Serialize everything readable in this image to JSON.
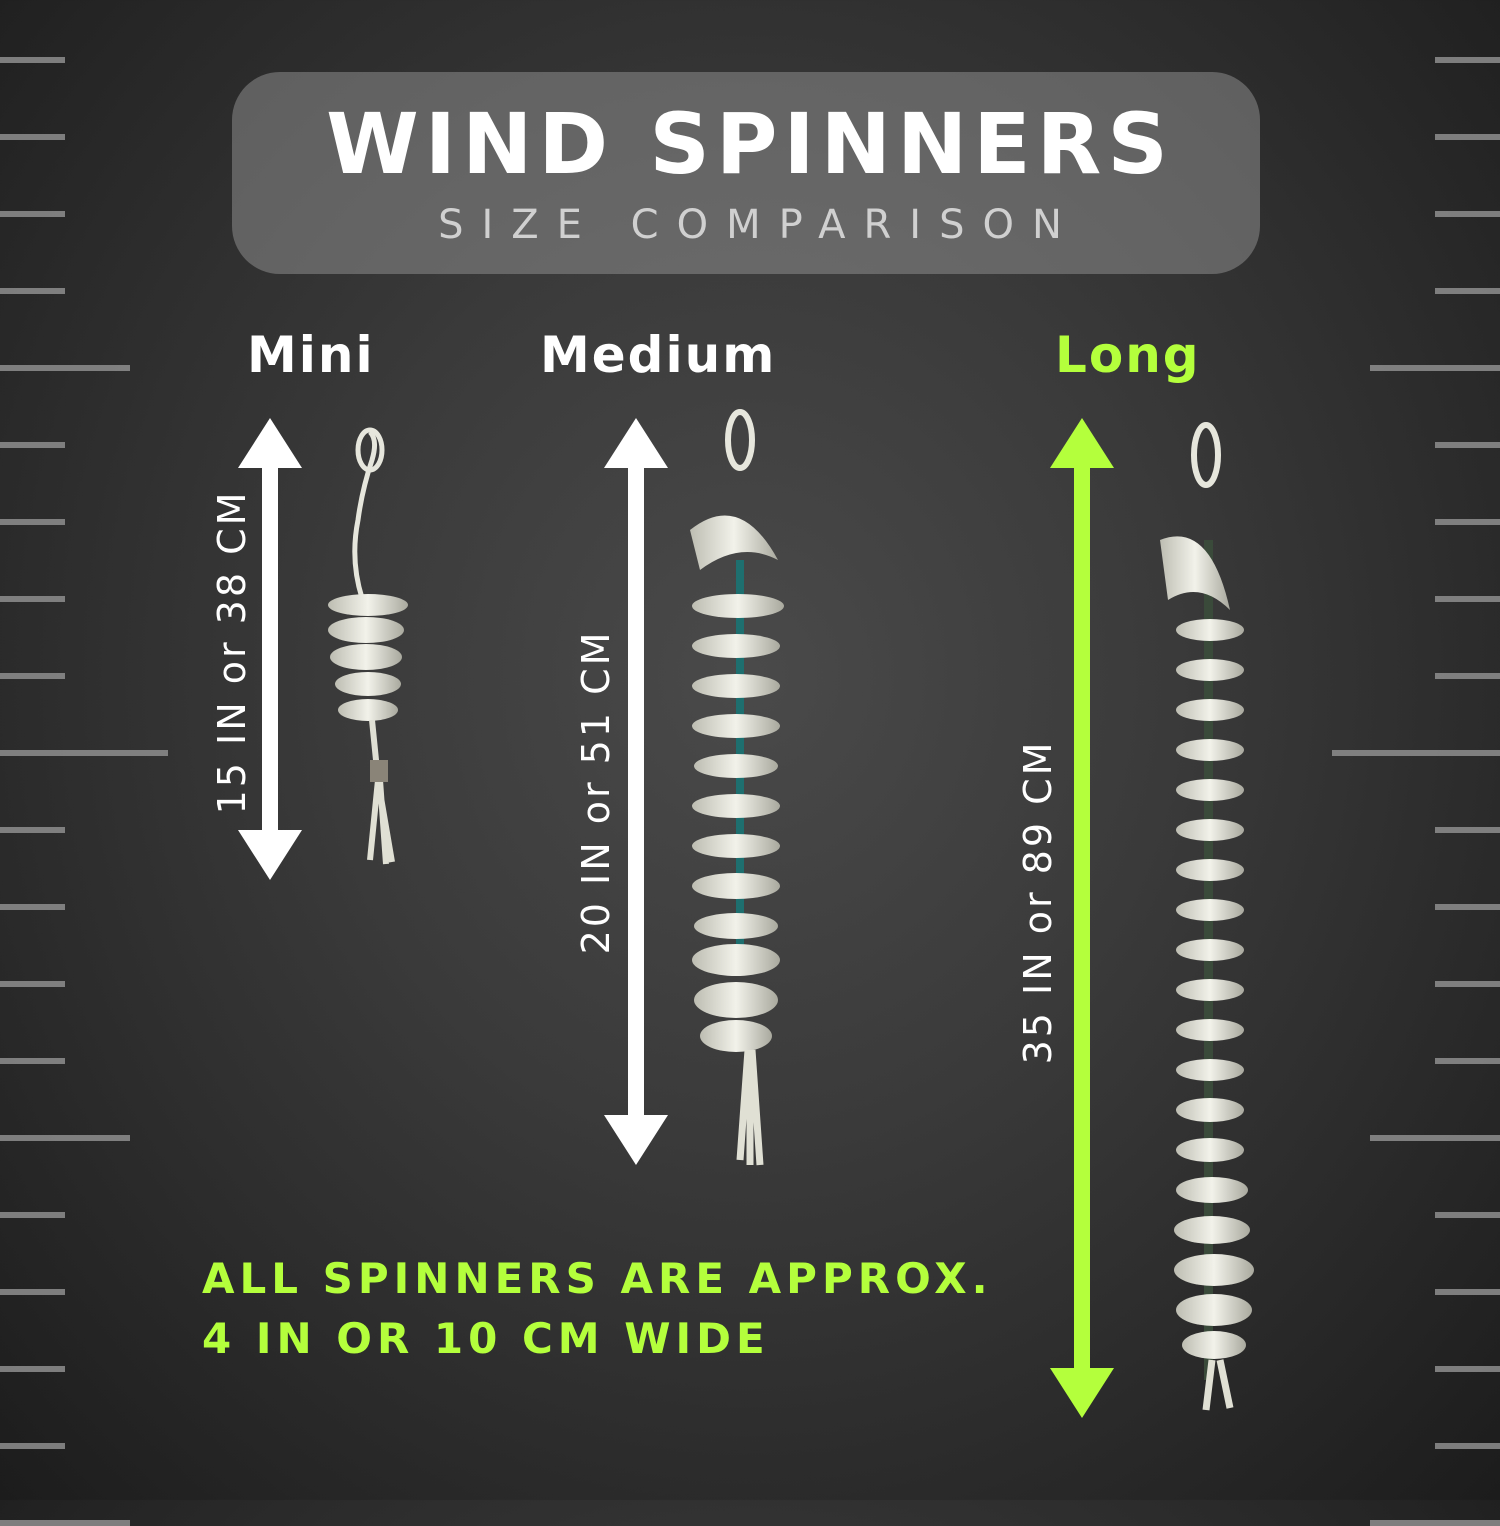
{
  "title": "WIND SPINNERS",
  "subtitle": "SIZE COMPARISON",
  "sizes": [
    {
      "label": "Mini",
      "measurement": "15 IN or 38 CM"
    },
    {
      "label": "Medium",
      "measurement": "20 IN or 51 CM"
    },
    {
      "label": "Long",
      "measurement": "35 IN or 89 CM"
    }
  ],
  "note": {
    "line1": "ALL SPINNERS ARE APPROX.",
    "line2": "4 IN OR 10 CM WIDE"
  },
  "colors": {
    "accent": "#b4ff3c",
    "arrow": "#ffffff",
    "background": "#333333"
  }
}
